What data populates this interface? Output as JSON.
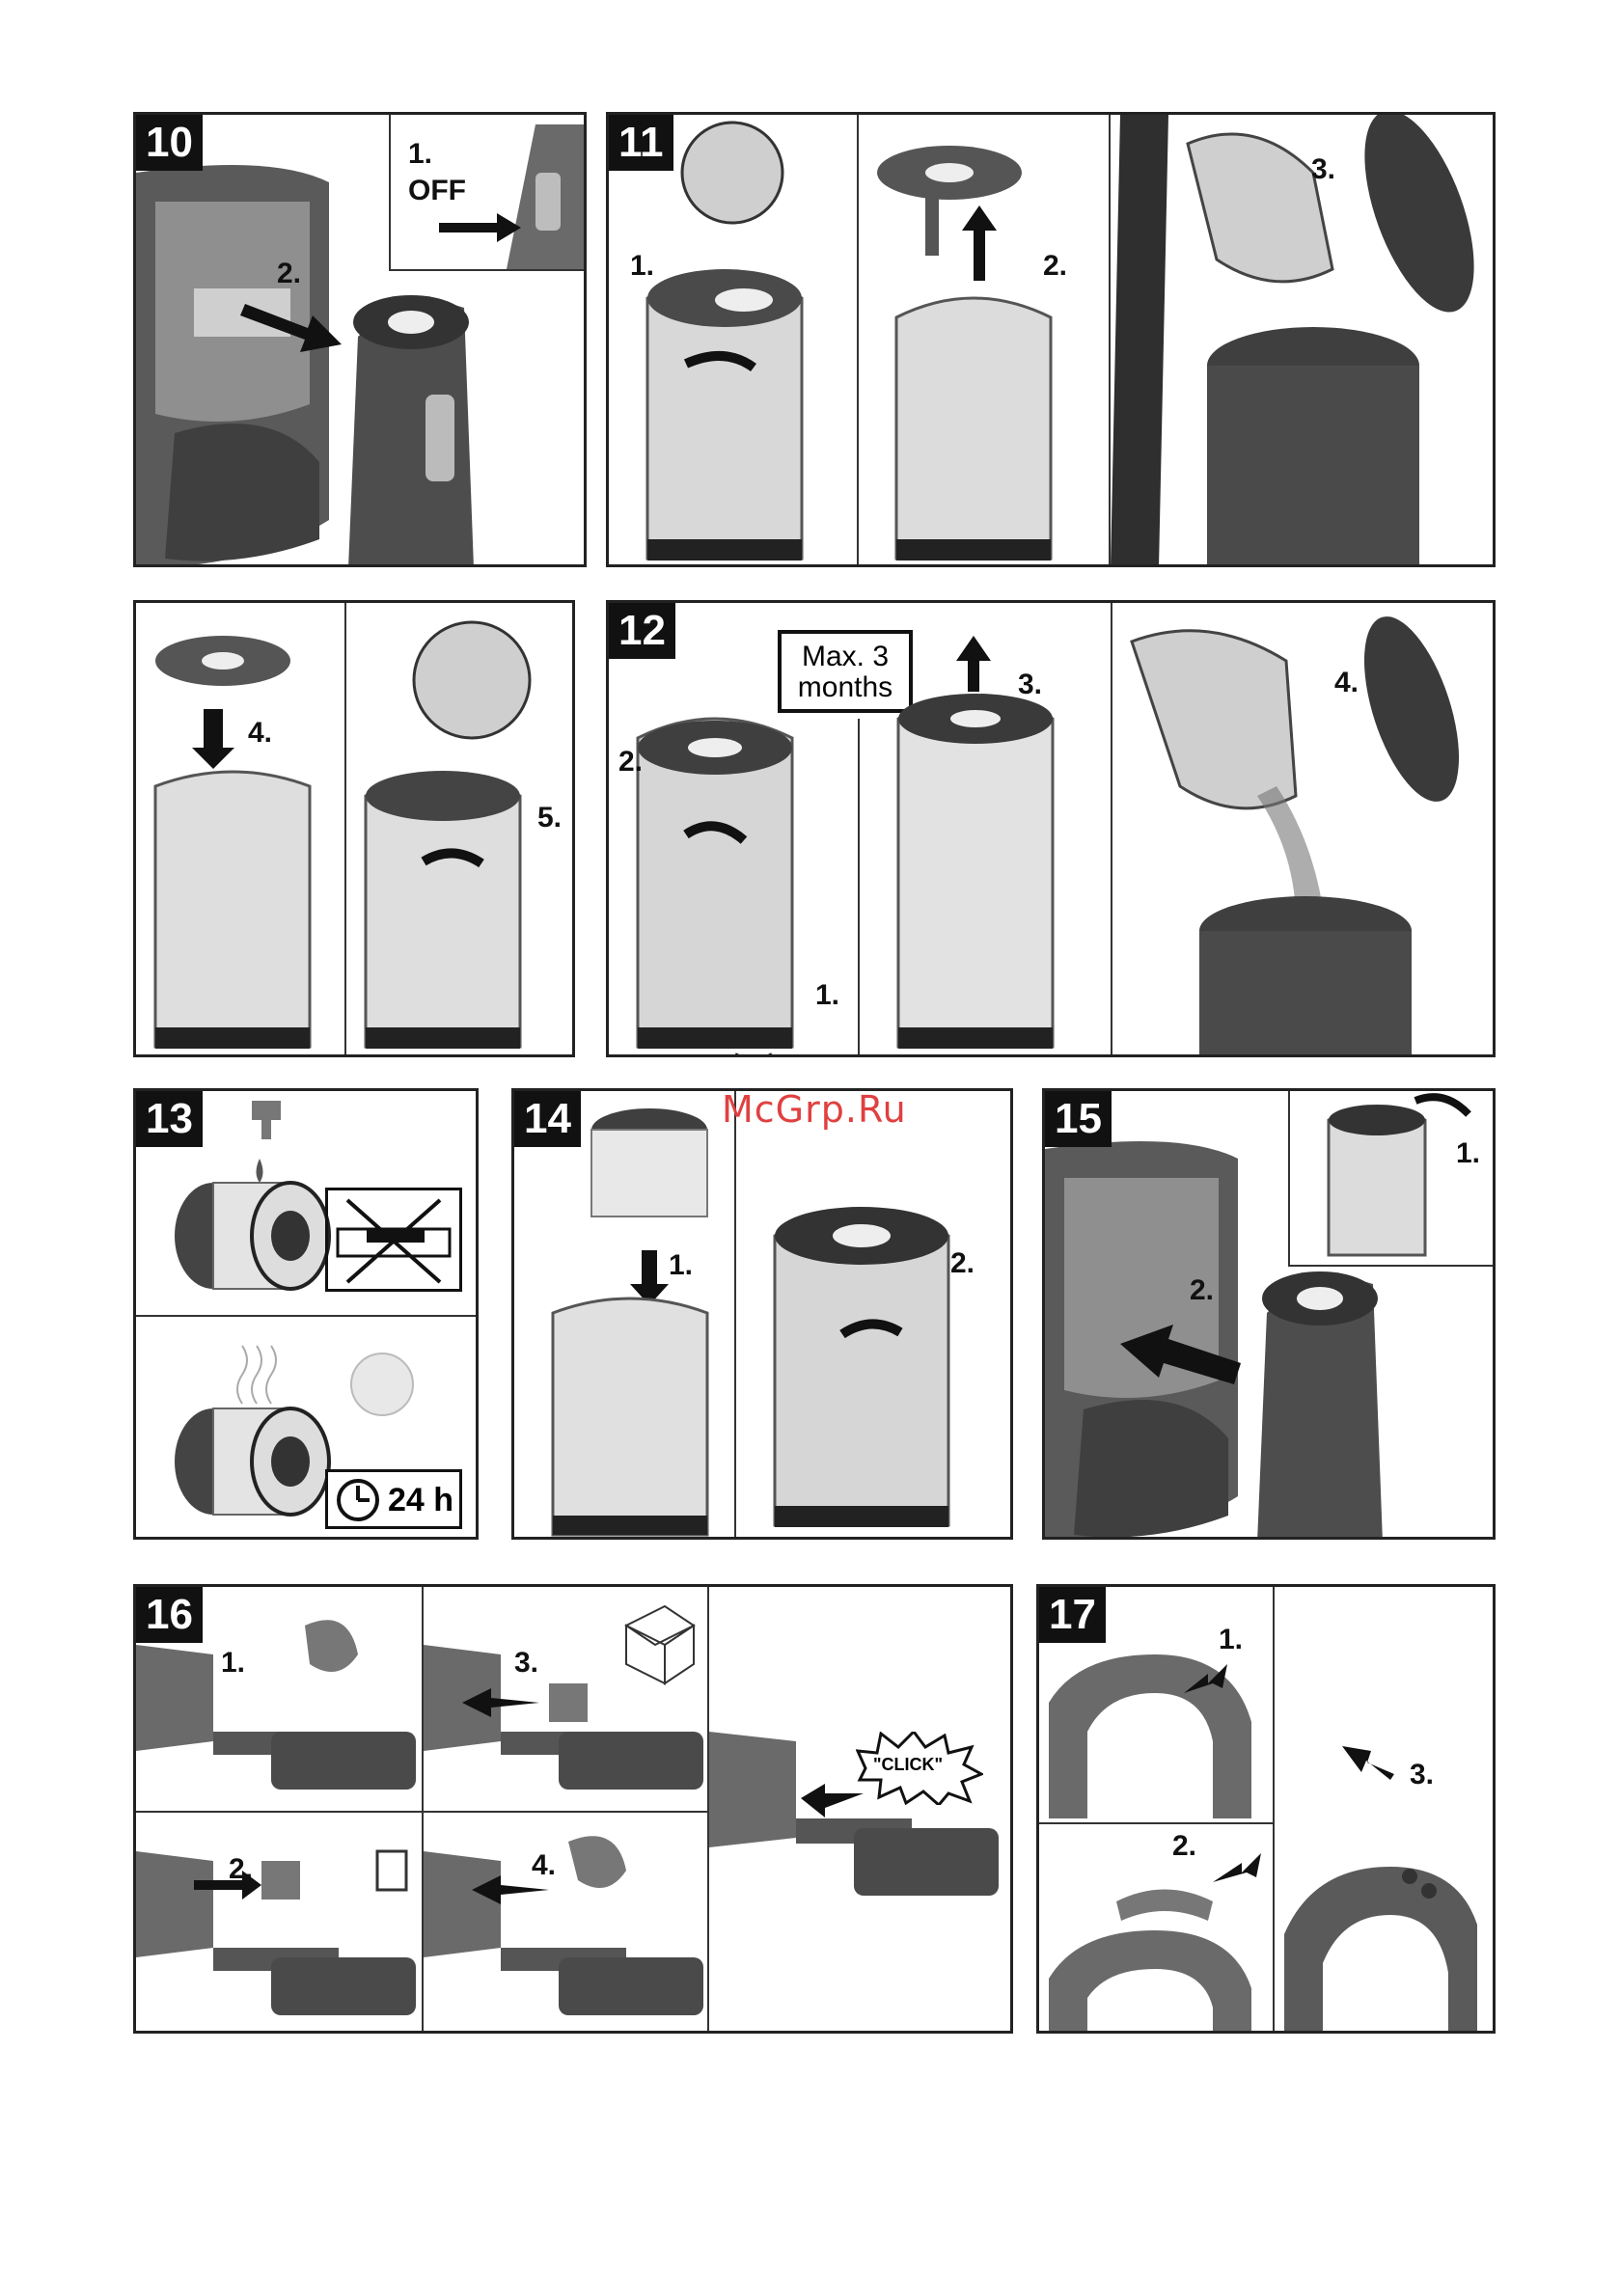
{
  "watermark": "McGrp.Ru",
  "panels": {
    "p10": {
      "number": "10",
      "step1": "1.",
      "step1_text": "OFF",
      "step2": "2."
    },
    "p11": {
      "number": "11",
      "step1": "1.",
      "step2": "2.",
      "step3": "3."
    },
    "p11b": {
      "step4": "4.",
      "step5": "5."
    },
    "p12": {
      "number": "12",
      "calendar_line1": "Max. 3",
      "calendar_line2": "months",
      "step1": "1.",
      "step2": "2.",
      "step3": "3.",
      "step4": "4."
    },
    "p13": {
      "number": "13",
      "dry_time": "24 h"
    },
    "p14": {
      "number": "14",
      "step1": "1.",
      "step2": "2."
    },
    "p15": {
      "number": "15",
      "step1": "1.",
      "step2": "2."
    },
    "p16": {
      "number": "16",
      "step1": "1.",
      "step2": "2.",
      "step3": "3.",
      "step4": "4.",
      "click_text": "\"CLICK\""
    },
    "p17": {
      "number": "17",
      "step1": "1.",
      "step2": "2.",
      "step3": "3."
    }
  },
  "colors": {
    "device_dark": "#4a4a4a",
    "device_mid": "#8c8c8c",
    "device_light": "#c8c8c8",
    "arrow": "#111111",
    "watermark": "#e04040"
  }
}
